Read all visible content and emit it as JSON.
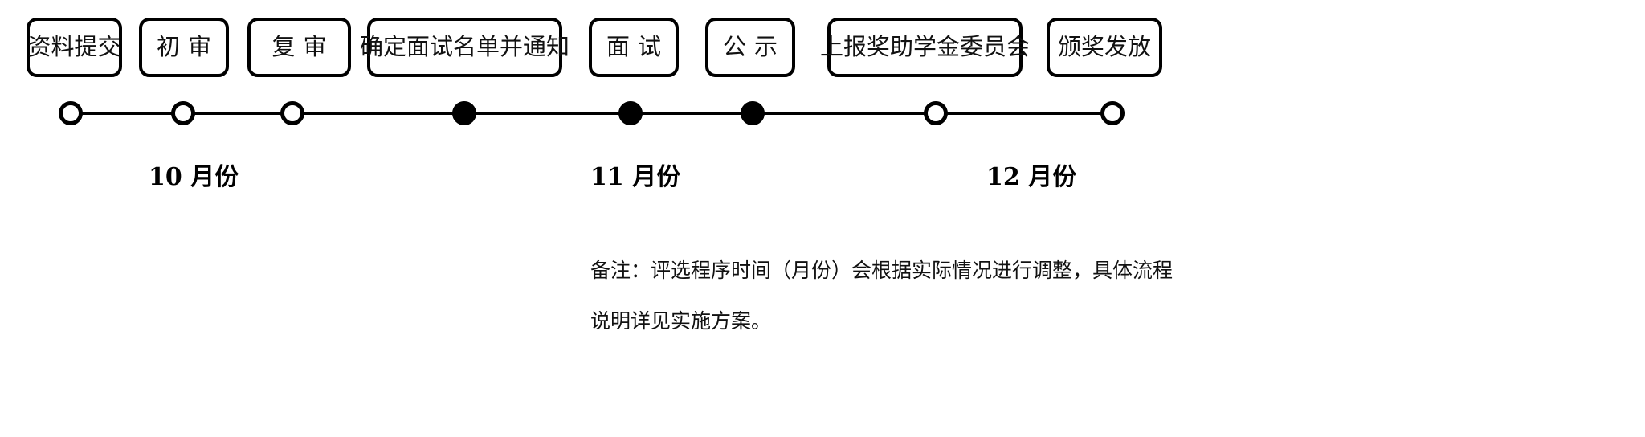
{
  "diagram": {
    "type": "process-timeline",
    "title": "评选程序时间轴",
    "orientation": "horizontal",
    "colors": {
      "stroke": "#000000",
      "fill_open": "#ffffff",
      "fill_done": "#000000",
      "text": "#111111",
      "background": "#ffffff"
    }
  },
  "stages": [
    {
      "id": "stage-1",
      "label": "资料提交",
      "spaced": false,
      "node": "hollow",
      "month": "10 月份"
    },
    {
      "id": "stage-2",
      "label": "初审",
      "spaced": true,
      "node": "hollow",
      "month": "10 月份"
    },
    {
      "id": "stage-3",
      "label": "复审",
      "spaced": true,
      "node": "hollow",
      "month": "10 月份"
    },
    {
      "id": "stage-4",
      "label": "确定面试名单并通知",
      "spaced": false,
      "node": "filled",
      "month": "11 月份"
    },
    {
      "id": "stage-5",
      "label": "面试",
      "spaced": true,
      "node": "filled",
      "month": "11 月份"
    },
    {
      "id": "stage-6",
      "label": "公示",
      "spaced": true,
      "node": "filled",
      "month": "11 月份"
    },
    {
      "id": "stage-7",
      "label": "上报奖助学金委员会",
      "spaced": false,
      "node": "hollow",
      "month": "12 月份"
    },
    {
      "id": "stage-8",
      "label": "颁奖发放",
      "spaced": false,
      "node": "hollow",
      "month": "12 月份"
    }
  ],
  "months": [
    {
      "id": "month-10",
      "label": "10 月份"
    },
    {
      "id": "month-11",
      "label": "11 月份"
    },
    {
      "id": "month-12",
      "label": "12 月份"
    }
  ],
  "footnote": {
    "line1": "备注：评选程序时间（月份）会根据实际情况进行调整，具体流程",
    "line2": "说明详见实施方案。"
  }
}
